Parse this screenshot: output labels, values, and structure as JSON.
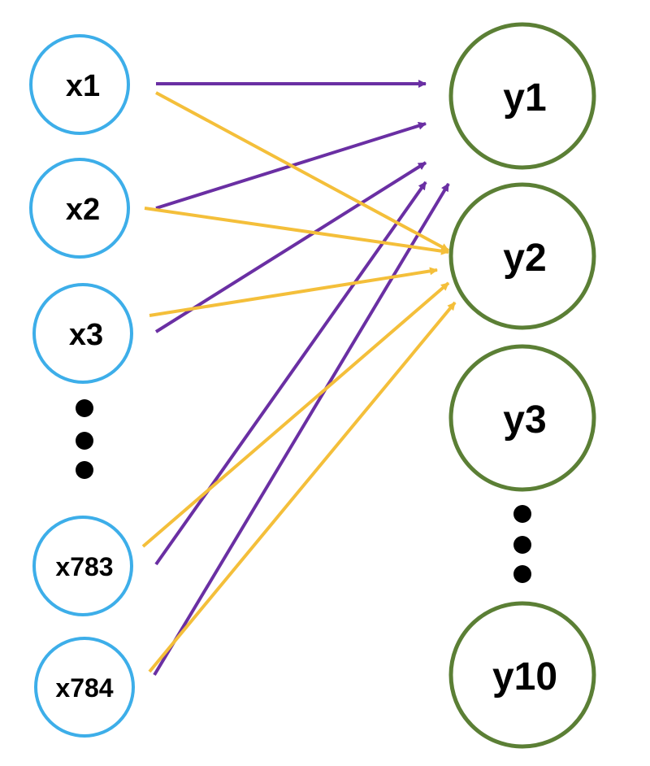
{
  "colors": {
    "input_stroke": "#3daee9",
    "output_stroke": "#5b7f35",
    "edge_purple": "#6a2fa3",
    "edge_yellow": "#f4bf3a",
    "ellipsis": "#000000"
  },
  "input_nodes": [
    {
      "id": "x1",
      "label": "x1"
    },
    {
      "id": "x2",
      "label": "x2"
    },
    {
      "id": "x3",
      "label": "x3"
    },
    {
      "id": "x783",
      "label": "x783"
    },
    {
      "id": "x784",
      "label": "x784"
    }
  ],
  "output_nodes": [
    {
      "id": "y1",
      "label": "y1"
    },
    {
      "id": "y2",
      "label": "y2"
    },
    {
      "id": "y3",
      "label": "y3"
    },
    {
      "id": "y10",
      "label": "y10"
    }
  ],
  "edges": [
    {
      "from": "x1",
      "to": "y1",
      "color": "purple"
    },
    {
      "from": "x2",
      "to": "y1",
      "color": "purple"
    },
    {
      "from": "x3",
      "to": "y1",
      "color": "purple"
    },
    {
      "from": "x783",
      "to": "y1",
      "color": "purple"
    },
    {
      "from": "x784",
      "to": "y1",
      "color": "purple"
    },
    {
      "from": "x1",
      "to": "y2",
      "color": "yellow"
    },
    {
      "from": "x2",
      "to": "y2",
      "color": "yellow"
    },
    {
      "from": "x3",
      "to": "y2",
      "color": "yellow"
    },
    {
      "from": "x783",
      "to": "y2",
      "color": "yellow"
    },
    {
      "from": "x784",
      "to": "y2",
      "color": "yellow"
    }
  ]
}
